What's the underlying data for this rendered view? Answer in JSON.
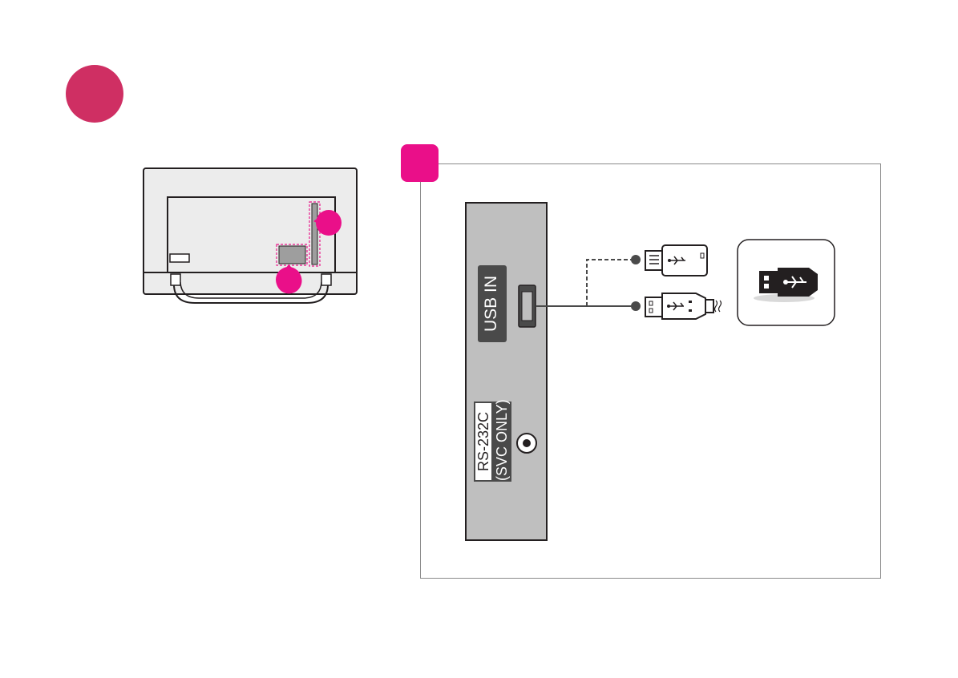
{
  "step": {
    "color": "#cf2f63"
  },
  "marker": {
    "color": "#ea0f89"
  },
  "terminal": {
    "usb_label": "USB IN",
    "rs_label_line1": "RS-232C",
    "rs_label_line2": "(SVC ONLY)"
  },
  "icons": [
    "usb-icon",
    "usb-stick-icon",
    "usb-cable-icon",
    "rs232c-jack-icon"
  ]
}
